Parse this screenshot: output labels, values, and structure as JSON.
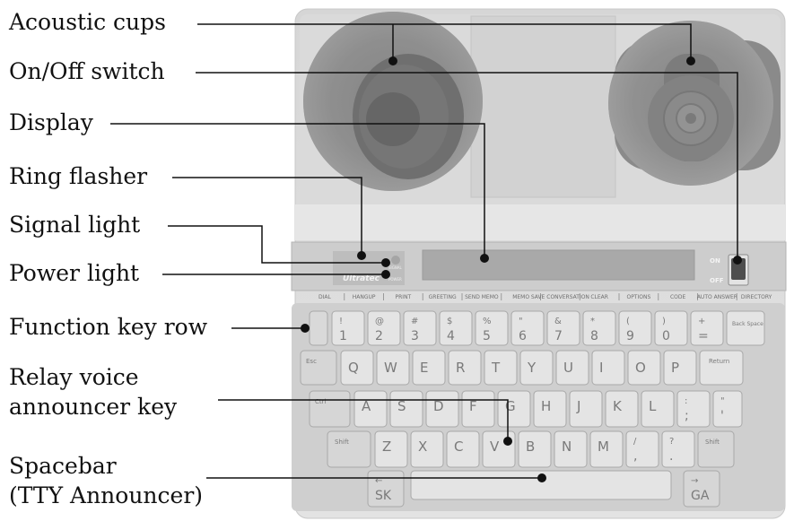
{
  "callouts": {
    "acoustic_cups": "Acoustic cups",
    "on_off_switch": "On/Off switch",
    "display": "Display",
    "ring_flasher": "Ring flasher",
    "signal_light": "Signal light",
    "power_light": "Power light",
    "function_key_row": "Function key row",
    "relay_voice_line1": "Relay voice",
    "relay_voice_line2": "announcer key",
    "spacebar_line1": "Spacebar",
    "spacebar_line2": "(TTY Announcer)"
  },
  "device": {
    "brand": "Ultratec",
    "signal_label": "SIGNAL",
    "power_label": "POWER",
    "on_label": "ON",
    "off_label": "OFF",
    "function_keys": [
      "DIAL",
      "HANGUP",
      "PRINT",
      "GREETING",
      "SEND MEMO",
      "MEMO",
      "SAVE CONVERSATION",
      "CLEAR",
      "OPTIONS",
      "CODE",
      "AUTO ANSWER",
      "DIRECTORY"
    ],
    "number_row": [
      {
        "top": "!",
        "bottom": "1"
      },
      {
        "top": "@",
        "bottom": "2"
      },
      {
        "top": "#",
        "bottom": "3"
      },
      {
        "top": "$",
        "bottom": "4"
      },
      {
        "top": "%",
        "bottom": "5"
      },
      {
        "top": "\"",
        "bottom": "6"
      },
      {
        "top": "&",
        "bottom": "7"
      },
      {
        "top": "*",
        "bottom": "8"
      },
      {
        "top": "(",
        "bottom": "9"
      },
      {
        "top": ")",
        "bottom": "0"
      },
      {
        "top": "+",
        "bottom": "="
      }
    ],
    "backspace": "Back Space",
    "esc": "Esc",
    "row_q": [
      "Q",
      "W",
      "E",
      "R",
      "T",
      "Y",
      "U",
      "I",
      "O",
      "P"
    ],
    "return": "Return",
    "ctrl": "Ctrl",
    "row_a": [
      "A",
      "S",
      "D",
      "F",
      "G",
      "H",
      "J",
      "K",
      "L"
    ],
    "semicolon": {
      "top": ":",
      "bottom": ";"
    },
    "quote": {
      "top": "\"",
      "bottom": "'"
    },
    "shift": "Shift",
    "row_z": [
      "Z",
      "X",
      "C",
      "V",
      "B",
      "N",
      "M"
    ],
    "comma": {
      "top": "/",
      "bottom": ","
    },
    "period": {
      "top": "?",
      "bottom": "."
    },
    "sk": {
      "top": "←",
      "bottom": "SK"
    },
    "ga": {
      "top": "→",
      "bottom": "GA"
    }
  }
}
